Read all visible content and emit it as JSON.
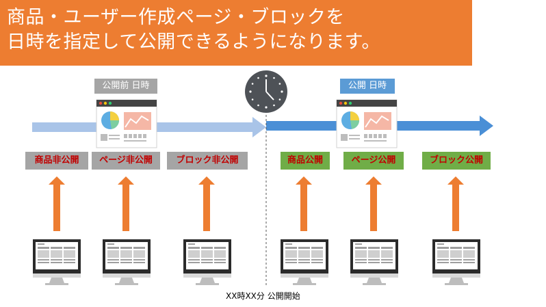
{
  "header": {
    "line1": "商品・ユーザー作成ページ・ブロックを",
    "line2": "日時を指定して公開できるようになります。"
  },
  "timeline": {
    "before_label": "公開前 日時",
    "after_label": "公開 日時",
    "publish_time": "XX時XX分 公開開始"
  },
  "before_items": [
    "商品非公開",
    "ページ非公開",
    "ブロック非公開"
  ],
  "after_items": [
    "商品公開",
    "ページ公開",
    "ブロック公開"
  ],
  "colors": {
    "banner": "#ED7D31",
    "arrow_before": "#A9C4E8",
    "arrow_after": "#4A8FD6",
    "up_arrow": "#ED7D31",
    "status_hidden_bg": "#A5A5A5",
    "status_public_bg": "#70AD47",
    "status_text": "#C00000",
    "clock": "#4E5257"
  },
  "icons": [
    "clock-icon",
    "web-page-icon",
    "desktop-monitor-icon",
    "arrow-up-icon",
    "timeline-arrow"
  ]
}
